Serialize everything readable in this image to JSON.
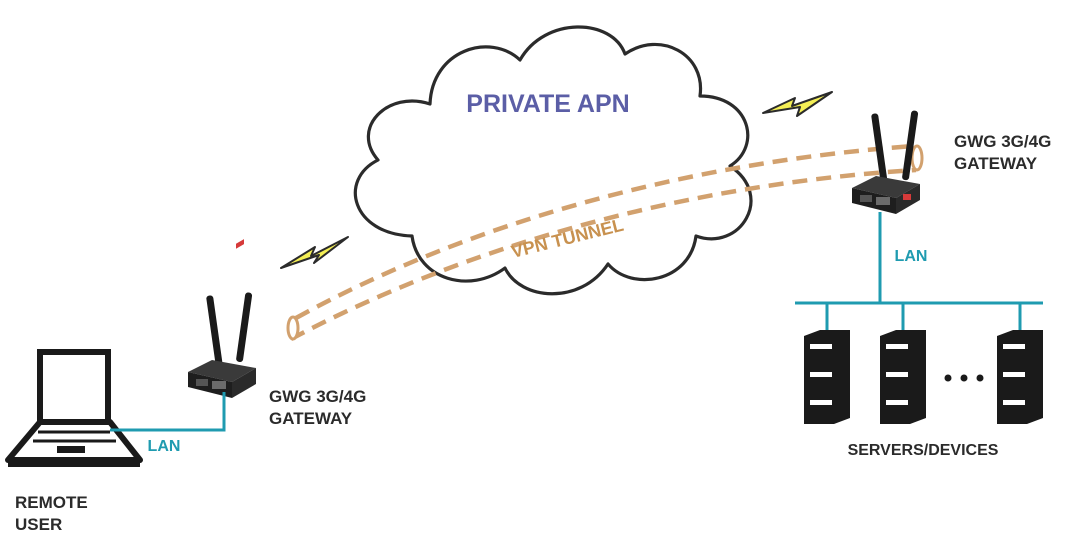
{
  "cloud": {
    "title": "PRIVATE APN"
  },
  "tunnel": {
    "label": "VPN TUNNEL"
  },
  "left_gateway": {
    "line1": "GWG 3G/4G",
    "line2": "GATEWAY"
  },
  "right_gateway": {
    "line1": "GWG 3G/4G",
    "line2": "GATEWAY"
  },
  "remote_user": {
    "line1": "REMOTE",
    "line2": "USER"
  },
  "left_lan": {
    "label": "LAN"
  },
  "right_lan": {
    "label": "LAN"
  },
  "servers": {
    "label": "SERVERS/DEVICES"
  },
  "colors": {
    "cloud_text": "#5b5ea6",
    "cloud_stroke": "#2b2b2b",
    "tunnel": "#d2a16e",
    "tunnel_text": "#c8914f",
    "lan": "#1f9bb0",
    "label_text": "#2b2b2b",
    "bolt_fill": "#f4ef55"
  }
}
